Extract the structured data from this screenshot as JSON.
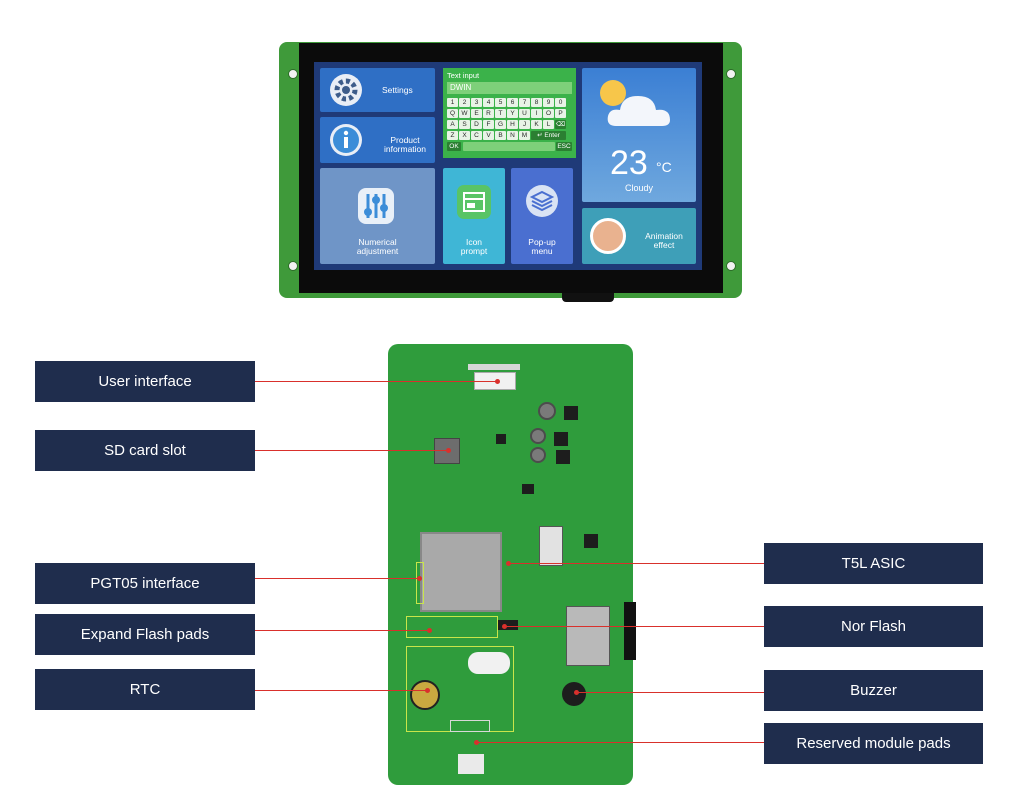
{
  "screen": {
    "settings_label": "Settings",
    "product_label": "Product\ninformation",
    "text_input_title": "Text input",
    "text_input_value": "DWIN",
    "keyboard_rows": [
      [
        "1",
        "2",
        "3",
        "4",
        "5",
        "6",
        "7",
        "8",
        "9",
        "0"
      ],
      [
        "Q",
        "W",
        "E",
        "R",
        "T",
        "Y",
        "U",
        "I",
        "O",
        "P"
      ],
      [
        "A",
        "S",
        "D",
        "F",
        "G",
        "H",
        "J",
        "K",
        "L",
        "⌫"
      ],
      [
        "Z",
        "X",
        "C",
        "V",
        "B",
        "N",
        "M",
        "↵ Enter"
      ]
    ],
    "kb_ok": "OK",
    "kb_esc": "ESC",
    "temperature": "23",
    "temp_unit": "°C",
    "weather": "Cloudy",
    "numerical_label": "Numerical\nadjustment",
    "icon_prompt_label": "Icon\nprompt",
    "popup_label": "Pop-up\nmenu",
    "animation_label": "Animation\neffect"
  },
  "callouts": {
    "left": [
      "User interface",
      "SD card slot",
      "PGT05 interface",
      "Expand Flash pads",
      "RTC"
    ],
    "right": [
      "T5L ASIC",
      "Nor Flash",
      "Buzzer",
      "Reserved module pads"
    ]
  },
  "colors": {
    "callout_box": "#1f2d4d",
    "leader_line": "#d9302c",
    "pcb": "#2f9c3c"
  }
}
